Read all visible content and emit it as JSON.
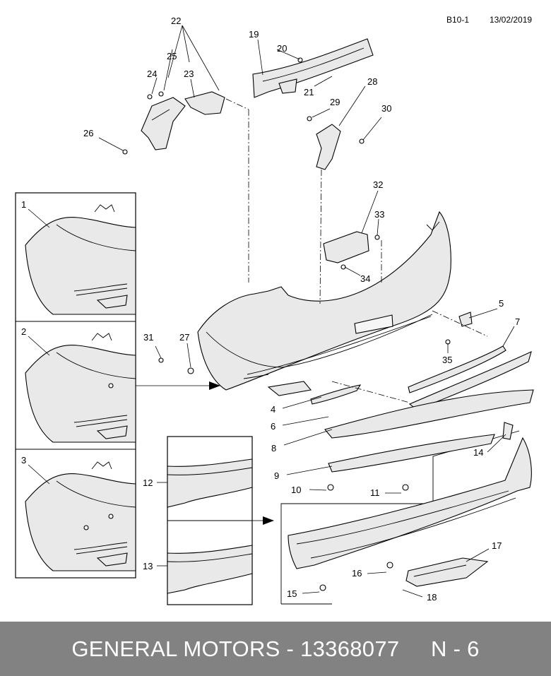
{
  "header": {
    "code": "B10-1",
    "date": "13/02/2019"
  },
  "callouts": {
    "c1": "1",
    "c2": "2",
    "c3": "3",
    "c4": "4",
    "c5": "5",
    "c6": "6",
    "c7": "7",
    "c8": "8",
    "c9": "9",
    "c10": "10",
    "c11": "11",
    "c12": "12",
    "c13": "13",
    "c14": "14",
    "c15": "15",
    "c16": "16",
    "c17": "17",
    "c18": "18",
    "c19": "19",
    "c20": "20",
    "c21": "21",
    "c22": "22",
    "c23": "23",
    "c24": "24",
    "c25": "25",
    "c26": "26",
    "c27": "27",
    "c28": "28",
    "c29": "29",
    "c30": "30",
    "c31": "31",
    "c32": "32",
    "c33": "33",
    "c34": "34",
    "c35": "35"
  },
  "footer": {
    "text": "GENERAL MOTORS - 13368077     N - 6"
  }
}
